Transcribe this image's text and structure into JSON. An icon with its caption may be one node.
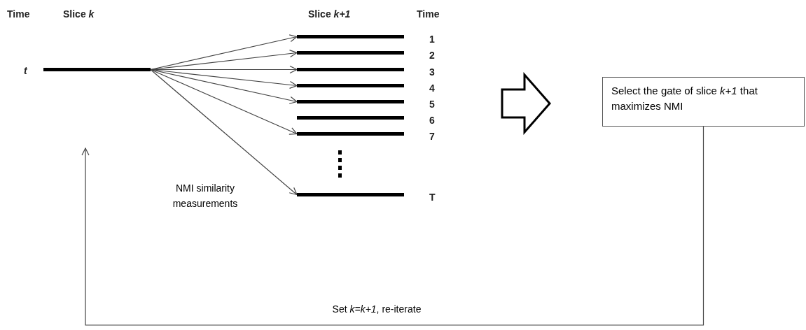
{
  "diagram": {
    "nodes": [
      {
        "text": [],
        "shape": "bar",
        "beside": [
          "t"
        ]
      },
      {
        "text": [],
        "shape": "bar",
        "beside": [
          "1"
        ]
      },
      {
        "text": [],
        "shape": "bar",
        "beside": [
          "2"
        ]
      },
      {
        "text": [],
        "shape": "bar",
        "beside": [
          "3"
        ]
      },
      {
        "text": [],
        "shape": "bar",
        "beside": [
          "4"
        ]
      },
      {
        "text": [],
        "shape": "bar",
        "beside": [
          "5"
        ]
      },
      {
        "text": [],
        "shape": "bar",
        "beside": [
          "6"
        ]
      },
      {
        "text": [],
        "shape": "bar",
        "beside": [
          "7"
        ]
      },
      {
        "text": [],
        "shape": "bar",
        "beside": [
          "T"
        ]
      },
      {
        "text": [
          "Select the gate of slice *k+1* that maximizes NMI"
        ]
      }
    ],
    "edges": [
      {
        "from": 0,
        "to": 1,
        "arrow": "to"
      },
      {
        "from": 0,
        "to": 2,
        "arrow": "to"
      },
      {
        "from": 0,
        "to": 3,
        "arrow": "to"
      },
      {
        "from": 0,
        "to": 4,
        "arrow": "to"
      },
      {
        "from": 0,
        "to": 5,
        "arrow": "to"
      },
      {
        "from": 0,
        "to": 7,
        "arrow": "to"
      },
      {
        "from": 0,
        "to": 8,
        "arrow": "to"
      },
      {
        "from": 9,
        "to": null,
        "arrow": "to",
        "label": "Set *k=k+1*, re-iterate"
      }
    ],
    "labels": [
      "Time",
      "Slice *k*",
      "Slice *k+1*",
      "Time",
      "NMI similarity measurements"
    ]
  }
}
